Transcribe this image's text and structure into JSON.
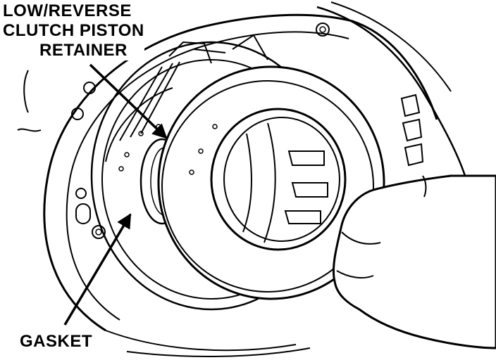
{
  "labels": {
    "retainer": {
      "line1": "LOW/REVERSE",
      "line2": "CLUTCH PISTON",
      "line3": "RETAINER"
    },
    "gasket": "GASKET"
  },
  "colors": {
    "ink": "#000000",
    "paper": "#ffffff"
  }
}
